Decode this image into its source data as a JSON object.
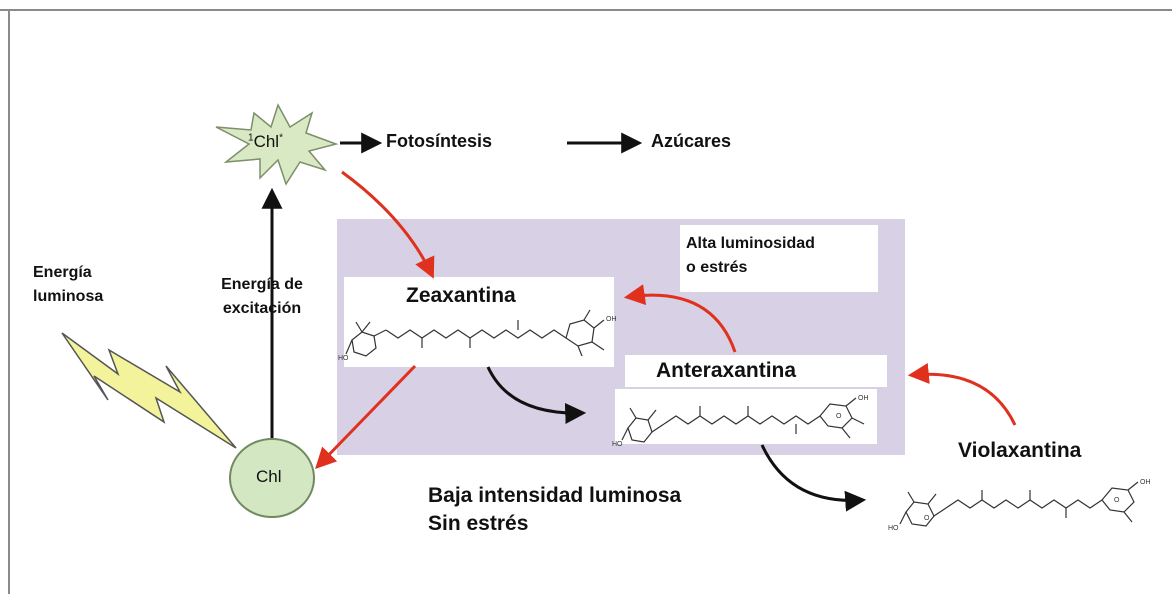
{
  "diagram": {
    "excited_state": {
      "prefix": "1",
      "base": "Chl",
      "suffix": "*"
    },
    "ground_state": "Chl",
    "light_energy": [
      "Energía",
      "luminosa"
    ],
    "excitation_energy": [
      "Energía de",
      "excitación"
    ],
    "photosynthesis": "Fotosíntesis",
    "sugars": "Azúcares",
    "high_light": [
      "Alta luminosidad",
      "o estrés"
    ],
    "low_light": [
      "Baja intensidad luminosa",
      "Sin estrés"
    ],
    "zeaxanthin": "Zeaxantina",
    "antheraxanthin": "Anteraxantina",
    "violaxanthin": "Violaxantina",
    "colors": {
      "cycle_box": "#d8d0e4",
      "star_fill": "#d9e9c4",
      "chl_fill": "#d3e7c2",
      "bolt_fill": "#f3f39c",
      "red_arrow": "#e0301e",
      "black_arrow": "#111111"
    }
  }
}
